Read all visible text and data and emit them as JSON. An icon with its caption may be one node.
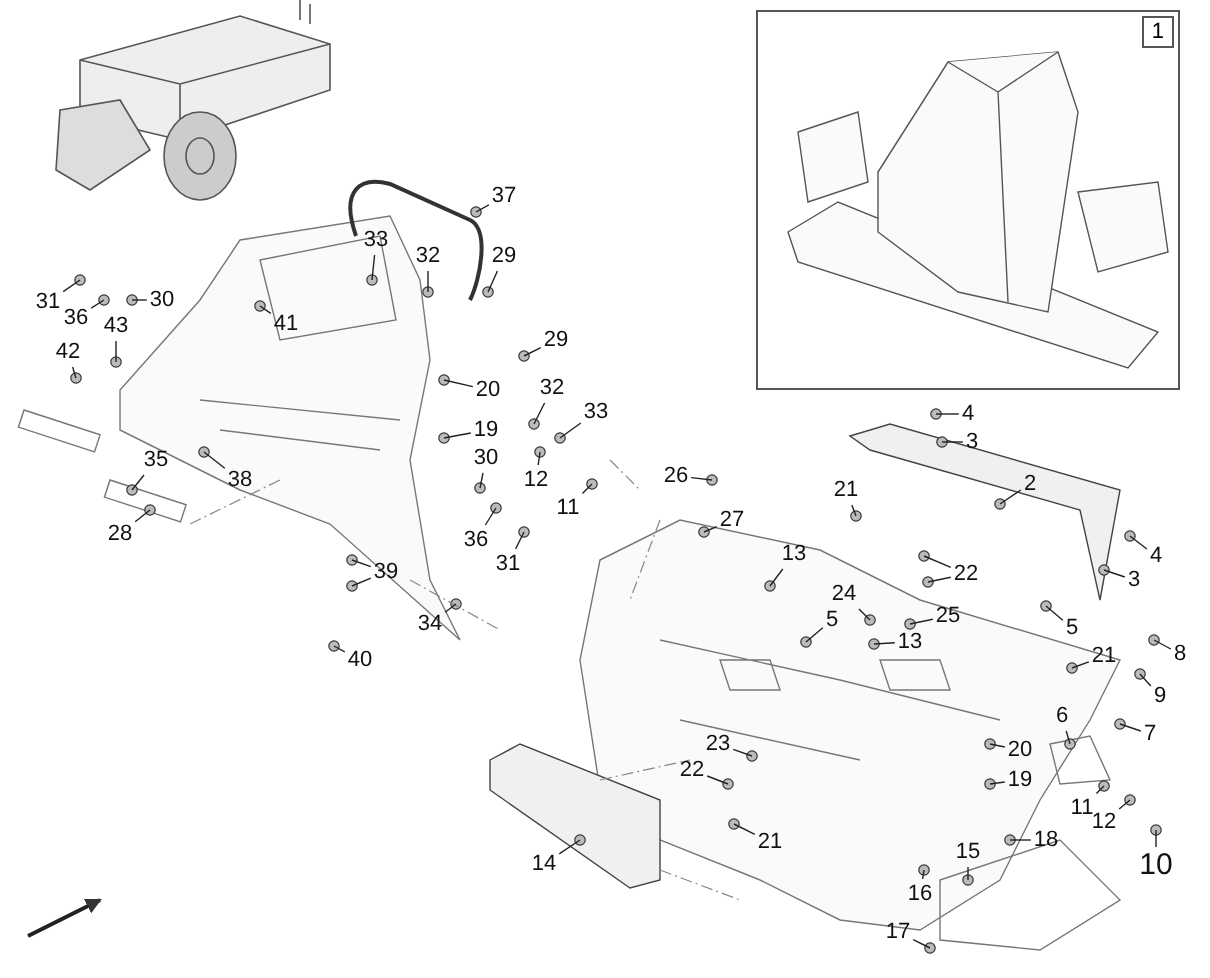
{
  "diagram": {
    "nodes": [
      {
        "text": [
          "1"
        ]
      },
      {
        "text": [
          "37"
        ]
      },
      {
        "text": [
          "33"
        ]
      },
      {
        "text": [
          "32"
        ]
      },
      {
        "text": [
          "29"
        ]
      },
      {
        "text": [
          "31"
        ]
      },
      {
        "text": [
          "36"
        ]
      },
      {
        "text": [
          "30"
        ]
      },
      {
        "text": [
          "41"
        ]
      },
      {
        "text": [
          "42"
        ]
      },
      {
        "text": [
          "43"
        ]
      },
      {
        "text": [
          "29"
        ]
      },
      {
        "text": [
          "32"
        ]
      },
      {
        "text": [
          "33"
        ]
      },
      {
        "text": [
          "20"
        ]
      },
      {
        "text": [
          "19"
        ]
      },
      {
        "text": [
          "30"
        ]
      },
      {
        "text": [
          "12"
        ]
      },
      {
        "text": [
          "11"
        ]
      },
      {
        "text": [
          "36"
        ]
      },
      {
        "text": [
          "31"
        ]
      },
      {
        "text": [
          "35"
        ]
      },
      {
        "text": [
          "38"
        ]
      },
      {
        "text": [
          "28"
        ]
      },
      {
        "text": [
          "39"
        ]
      },
      {
        "text": [
          "34"
        ]
      },
      {
        "text": [
          "40"
        ]
      },
      {
        "text": [
          "4"
        ]
      },
      {
        "text": [
          "3"
        ]
      },
      {
        "text": [
          "2"
        ]
      },
      {
        "text": [
          "26"
        ]
      },
      {
        "text": [
          "27"
        ]
      },
      {
        "text": [
          "13"
        ]
      },
      {
        "text": [
          "21"
        ]
      },
      {
        "text": [
          "22"
        ]
      },
      {
        "text": [
          "24"
        ]
      },
      {
        "text": [
          "25"
        ]
      },
      {
        "text": [
          "5"
        ]
      },
      {
        "text": [
          "5"
        ]
      },
      {
        "text": [
          "4"
        ]
      },
      {
        "text": [
          "3"
        ]
      },
      {
        "text": [
          "13"
        ]
      },
      {
        "text": [
          "21"
        ]
      },
      {
        "text": [
          "8"
        ]
      },
      {
        "text": [
          "9"
        ]
      },
      {
        "text": [
          "6"
        ]
      },
      {
        "text": [
          "7"
        ]
      },
      {
        "text": [
          "20"
        ]
      },
      {
        "text": [
          "19"
        ]
      },
      {
        "text": [
          "11"
        ]
      },
      {
        "text": [
          "12"
        ]
      },
      {
        "text": [
          "10"
        ]
      },
      {
        "text": [
          "18"
        ]
      },
      {
        "text": [
          "15"
        ]
      },
      {
        "text": [
          "16"
        ]
      },
      {
        "text": [
          "17"
        ]
      },
      {
        "text": [
          "23"
        ]
      },
      {
        "text": [
          "22"
        ]
      },
      {
        "text": [
          "21"
        ]
      },
      {
        "text": [
          "14"
        ]
      }
    ],
    "edges": [
      {
        "from": 1,
        "to": null,
        "arrow": "none"
      },
      {
        "from": 2,
        "to": null,
        "arrow": "none"
      },
      {
        "from": 3,
        "to": null,
        "arrow": "none"
      },
      {
        "from": 4,
        "to": null,
        "arrow": "none"
      },
      {
        "from": 5,
        "to": null,
        "arrow": "none"
      },
      {
        "from": 6,
        "to": null,
        "arrow": "none"
      },
      {
        "from": 7,
        "to": null,
        "arrow": "none"
      },
      {
        "from": 8,
        "to": null,
        "arrow": "none"
      },
      {
        "from": 9,
        "to": null,
        "arrow": "none"
      },
      {
        "from": 10,
        "to": null,
        "arrow": "none"
      },
      {
        "from": 11,
        "to": null,
        "arrow": "none"
      },
      {
        "from": 12,
        "to": null,
        "arrow": "none"
      },
      {
        "from": 13,
        "to": null,
        "arrow": "none"
      },
      {
        "from": 14,
        "to": null,
        "arrow": "none"
      },
      {
        "from": 15,
        "to": null,
        "arrow": "none"
      },
      {
        "from": 16,
        "to": null,
        "arrow": "none"
      },
      {
        "from": 17,
        "to": null,
        "arrow": "none"
      },
      {
        "from": 18,
        "to": null,
        "arrow": "none"
      },
      {
        "from": 19,
        "to": null,
        "arrow": "none"
      },
      {
        "from": 20,
        "to": null,
        "arrow": "none"
      },
      {
        "from": 21,
        "to": null,
        "arrow": "none"
      },
      {
        "from": 22,
        "to": null,
        "arrow": "none"
      },
      {
        "from": 23,
        "to": null,
        "arrow": "none"
      },
      {
        "from": 24,
        "to": null,
        "arrow": "none"
      },
      {
        "from": 24,
        "to": null,
        "arrow": "none"
      },
      {
        "from": 25,
        "to": null,
        "arrow": "none"
      },
      {
        "from": 26,
        "to": null,
        "arrow": "none"
      },
      {
        "from": 27,
        "to": null,
        "arrow": "none"
      },
      {
        "from": 28,
        "to": null,
        "arrow": "none"
      },
      {
        "from": 29,
        "to": null,
        "arrow": "none"
      },
      {
        "from": 30,
        "to": null,
        "arrow": "none"
      },
      {
        "from": 31,
        "to": null,
        "arrow": "none"
      },
      {
        "from": 32,
        "to": null,
        "arrow": "none"
      },
      {
        "from": 33,
        "to": null,
        "arrow": "none"
      },
      {
        "from": 34,
        "to": null,
        "arrow": "none"
      },
      {
        "from": 34,
        "to": null,
        "arrow": "none"
      },
      {
        "from": 35,
        "to": null,
        "arrow": "none"
      },
      {
        "from": 36,
        "to": null,
        "arrow": "none"
      },
      {
        "from": 37,
        "to": null,
        "arrow": "none"
      },
      {
        "from": 38,
        "to": null,
        "arrow": "none"
      },
      {
        "from": 39,
        "to": null,
        "arrow": "none"
      },
      {
        "from": 40,
        "to": null,
        "arrow": "none"
      },
      {
        "from": 41,
        "to": null,
        "arrow": "none"
      },
      {
        "from": 42,
        "to": null,
        "arrow": "none"
      },
      {
        "from": 43,
        "to": null,
        "arrow": "none"
      },
      {
        "from": 44,
        "to": null,
        "arrow": "none"
      },
      {
        "from": 45,
        "to": null,
        "arrow": "none"
      },
      {
        "from": 46,
        "to": null,
        "arrow": "none"
      },
      {
        "from": 47,
        "to": null,
        "arrow": "none"
      },
      {
        "from": 48,
        "to": null,
        "arrow": "none"
      },
      {
        "from": 49,
        "to": null,
        "arrow": "none"
      },
      {
        "from": 50,
        "to": null,
        "arrow": "none"
      },
      {
        "from": 51,
        "to": null,
        "arrow": "none"
      },
      {
        "from": 52,
        "to": null,
        "arrow": "none"
      },
      {
        "from": 53,
        "to": null,
        "arrow": "none"
      },
      {
        "from": 54,
        "to": null,
        "arrow": "none"
      },
      {
        "from": 55,
        "to": null,
        "arrow": "none"
      },
      {
        "from": 56,
        "to": null,
        "arrow": "none"
      },
      {
        "from": 57,
        "to": null,
        "arrow": "none"
      },
      {
        "from": 58,
        "to": null,
        "arrow": "none"
      },
      {
        "from": 59,
        "to": null,
        "arrow": "none"
      }
    ]
  }
}
